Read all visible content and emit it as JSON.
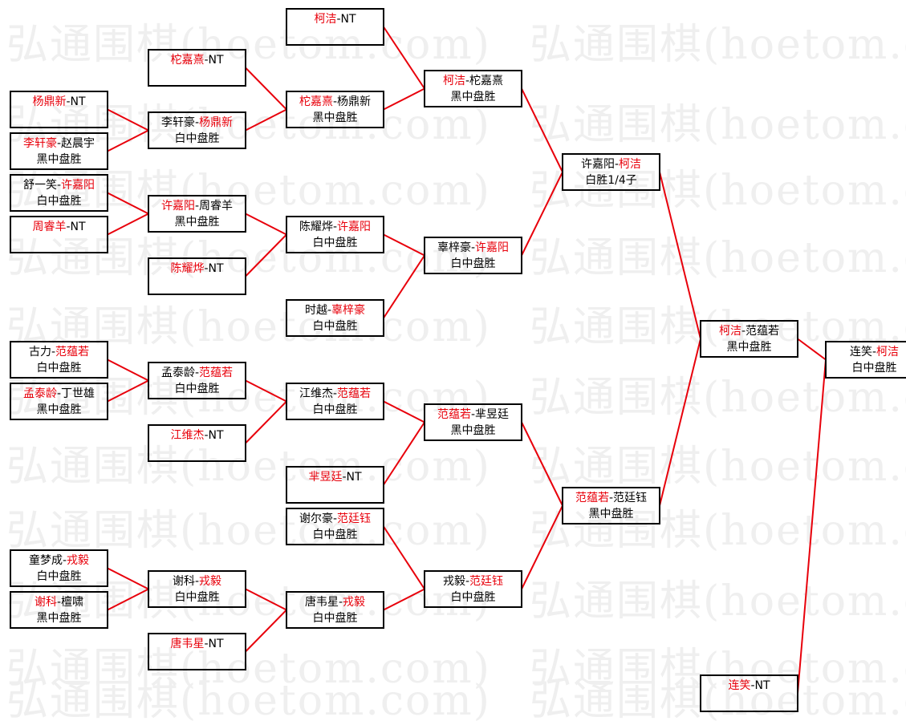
{
  "watermark": "弘通围棋(hoetom.com)",
  "colors": {
    "winner": "#e8000b",
    "text": "#000000",
    "line": "#e8000b",
    "watermark": "#efefef"
  },
  "matches": [
    {
      "id": "m1",
      "parts": [
        {
          "t": "柯洁",
          "red": true
        },
        {
          "t": "-NT"
        }
      ],
      "result": ""
    },
    {
      "id": "m2",
      "parts": [
        {
          "t": "柁嘉熹",
          "red": true
        },
        {
          "t": "-NT"
        }
      ],
      "result": ""
    },
    {
      "id": "m3",
      "parts": [
        {
          "t": "杨鼎新",
          "red": true
        },
        {
          "t": "-NT"
        }
      ],
      "result": ""
    },
    {
      "id": "m4",
      "parts": [
        {
          "t": "李轩豪",
          "red": true
        },
        {
          "t": "-赵晨宇"
        }
      ],
      "result": "黑中盘胜"
    },
    {
      "id": "m5",
      "parts": [
        {
          "t": "舒一笑-"
        },
        {
          "t": "许嘉阳",
          "red": true
        }
      ],
      "result": "白中盘胜"
    },
    {
      "id": "m6",
      "parts": [
        {
          "t": "周睿羊",
          "red": true
        },
        {
          "t": "-NT"
        }
      ],
      "result": ""
    },
    {
      "id": "m7",
      "parts": [
        {
          "t": "陈耀烨",
          "red": true
        },
        {
          "t": "-NT"
        }
      ],
      "result": ""
    },
    {
      "id": "m8",
      "parts": [
        {
          "t": "古力-"
        },
        {
          "t": "范蕴若",
          "red": true
        }
      ],
      "result": "白中盘胜"
    },
    {
      "id": "m9",
      "parts": [
        {
          "t": "孟泰龄",
          "red": true
        },
        {
          "t": "-丁世雄"
        }
      ],
      "result": "黑中盘胜"
    },
    {
      "id": "m10",
      "parts": [
        {
          "t": "江维杰",
          "red": true
        },
        {
          "t": "-NT"
        }
      ],
      "result": ""
    },
    {
      "id": "m11",
      "parts": [
        {
          "t": "芈昱廷",
          "red": true
        },
        {
          "t": "-NT"
        }
      ],
      "result": ""
    },
    {
      "id": "m12",
      "parts": [
        {
          "t": "谢尔豪-"
        },
        {
          "t": "范廷钰",
          "red": true
        }
      ],
      "result": "白中盘胜"
    },
    {
      "id": "m13",
      "parts": [
        {
          "t": "童梦成-"
        },
        {
          "t": "戎毅",
          "red": true
        }
      ],
      "result": "白中盘胜"
    },
    {
      "id": "m14",
      "parts": [
        {
          "t": "谢科",
          "red": true
        },
        {
          "t": "-檀啸"
        }
      ],
      "result": "黑中盘胜"
    },
    {
      "id": "m15",
      "parts": [
        {
          "t": "唐韦星",
          "red": true
        },
        {
          "t": "-NT"
        }
      ],
      "result": ""
    },
    {
      "id": "m16",
      "parts": [
        {
          "t": "李轩豪-"
        },
        {
          "t": "杨鼎新",
          "red": true
        }
      ],
      "result": "白中盘胜"
    },
    {
      "id": "m17",
      "parts": [
        {
          "t": "许嘉阳",
          "red": true
        },
        {
          "t": "-周睿羊"
        }
      ],
      "result": "黑中盘胜"
    },
    {
      "id": "m18",
      "parts": [
        {
          "t": "孟泰龄-"
        },
        {
          "t": "范蕴若",
          "red": true
        }
      ],
      "result": "白中盘胜"
    },
    {
      "id": "m19",
      "parts": [
        {
          "t": "谢科-"
        },
        {
          "t": "戎毅",
          "red": true
        }
      ],
      "result": "白中盘胜"
    },
    {
      "id": "m20",
      "parts": [
        {
          "t": "柁嘉熹",
          "red": true
        },
        {
          "t": "-杨鼎新"
        }
      ],
      "result": "黑中盘胜"
    },
    {
      "id": "m21",
      "parts": [
        {
          "t": "陈耀烨-"
        },
        {
          "t": "许嘉阳",
          "red": true
        }
      ],
      "result": "白中盘胜"
    },
    {
      "id": "m22",
      "parts": [
        {
          "t": "时越-"
        },
        {
          "t": "辜梓豪",
          "red": true
        }
      ],
      "result": "白中盘胜"
    },
    {
      "id": "m23",
      "parts": [
        {
          "t": "江维杰-"
        },
        {
          "t": "范蕴若",
          "red": true
        }
      ],
      "result": "白中盘胜"
    },
    {
      "id": "m24",
      "parts": [
        {
          "t": "唐韦星-"
        },
        {
          "t": "戎毅",
          "red": true
        }
      ],
      "result": "白中盘胜"
    },
    {
      "id": "m25",
      "parts": [
        {
          "t": "柯洁",
          "red": true
        },
        {
          "t": "-柁嘉熹"
        }
      ],
      "result": "黑中盘胜"
    },
    {
      "id": "m26",
      "parts": [
        {
          "t": "辜梓豪-"
        },
        {
          "t": "许嘉阳",
          "red": true
        }
      ],
      "result": "白中盘胜"
    },
    {
      "id": "m27",
      "parts": [
        {
          "t": "范蕴若",
          "red": true
        },
        {
          "t": "-芈昱廷"
        }
      ],
      "result": "黑中盘胜"
    },
    {
      "id": "m28",
      "parts": [
        {
          "t": "戎毅-"
        },
        {
          "t": "范廷钰",
          "red": true
        }
      ],
      "result": "白中盘胜"
    },
    {
      "id": "m29",
      "parts": [
        {
          "t": "许嘉阳-"
        },
        {
          "t": "柯洁",
          "red": true
        }
      ],
      "result": "白胜1/4子"
    },
    {
      "id": "m30",
      "parts": [
        {
          "t": "范蕴若",
          "red": true
        },
        {
          "t": "-范廷钰"
        }
      ],
      "result": "黑中盘胜"
    },
    {
      "id": "m31",
      "parts": [
        {
          "t": "柯洁",
          "red": true
        },
        {
          "t": "-范蕴若"
        }
      ],
      "result": "黑中盘胜"
    },
    {
      "id": "m32",
      "parts": [
        {
          "t": "连笑",
          "red": true
        },
        {
          "t": "-NT"
        }
      ],
      "result": ""
    },
    {
      "id": "m33",
      "parts": [
        {
          "t": "连笑-"
        },
        {
          "t": "柯洁",
          "red": true
        }
      ],
      "result": "白中盘胜"
    }
  ]
}
